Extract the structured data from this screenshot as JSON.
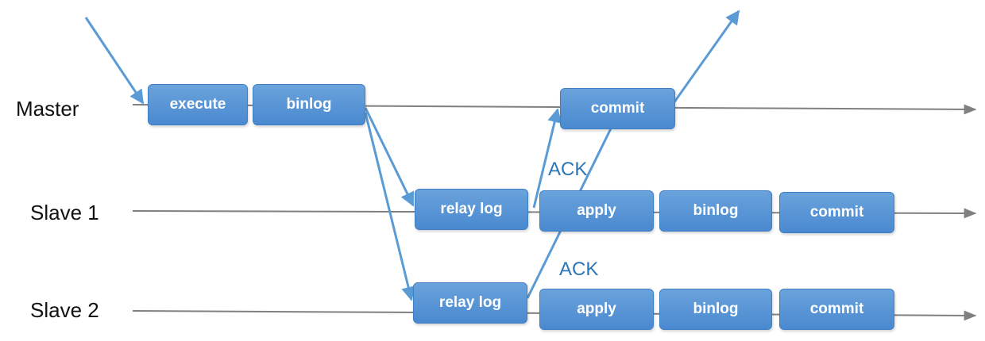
{
  "lanes": {
    "master": "Master",
    "slave1": "Slave 1",
    "slave2": "Slave 2"
  },
  "acks": [
    "ACK",
    "ACK"
  ],
  "master_steps": [
    "execute",
    "binlog",
    "commit"
  ],
  "slave1_steps": [
    "relay log",
    "apply",
    "binlog",
    "commit"
  ],
  "slave2_steps": [
    "relay log",
    "apply",
    "binlog",
    "commit"
  ],
  "colors": {
    "box": "#5b9bd5",
    "arrow": "#5b9bd5",
    "timeline": "#808080",
    "ack_text": "#2e75b6"
  }
}
